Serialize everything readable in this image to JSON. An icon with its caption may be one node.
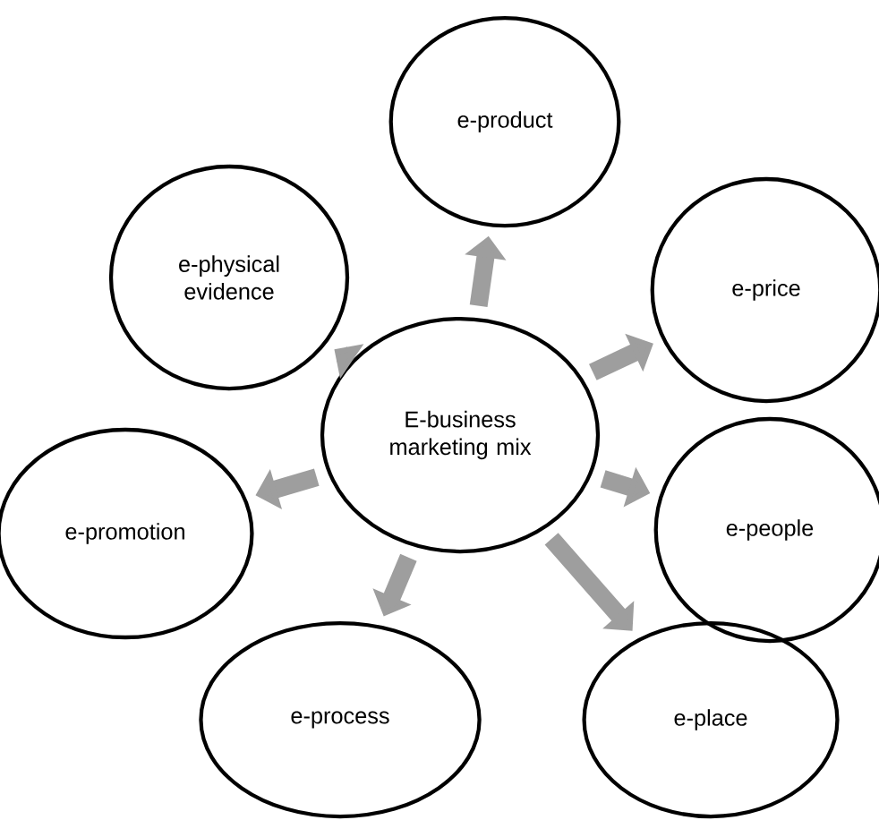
{
  "diagram": {
    "nodes": [
      {
        "text": [
          "e-product"
        ]
      },
      {
        "text": [
          "e-physical evidence"
        ]
      },
      {
        "text": [
          "e-price"
        ]
      },
      {
        "text": [
          "E-business marketing mix"
        ]
      },
      {
        "text": [
          "e-promotion"
        ]
      },
      {
        "text": [
          "e-people"
        ]
      },
      {
        "text": [
          "e-process"
        ]
      },
      {
        "text": [
          "e-place"
        ]
      }
    ],
    "edges": [
      {
        "from": 3,
        "to": 0,
        "arrow": "to"
      },
      {
        "from": 3,
        "to": 2,
        "arrow": "to"
      },
      {
        "from": 3,
        "to": 5,
        "arrow": "to"
      },
      {
        "from": 3,
        "to": 7,
        "arrow": "to"
      },
      {
        "from": 3,
        "to": 6,
        "arrow": "to"
      },
      {
        "from": 3,
        "to": 4,
        "arrow": "to"
      },
      {
        "from": 3,
        "to": 1,
        "arrow": "to"
      }
    ]
  }
}
